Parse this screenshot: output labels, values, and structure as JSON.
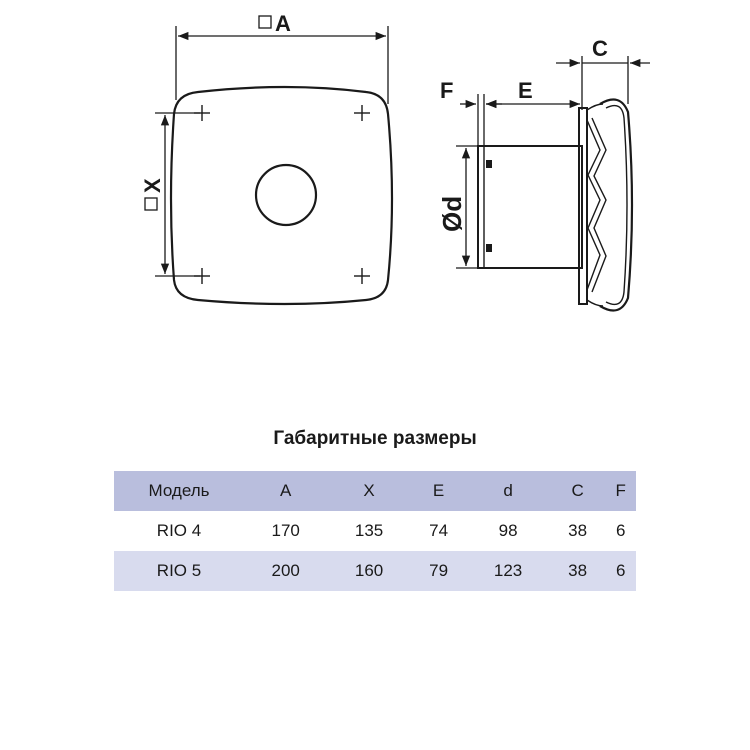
{
  "drawing": {
    "labels": {
      "A": "A",
      "X": "X",
      "C": "C",
      "E": "E",
      "F": "F",
      "d": "Ød"
    }
  },
  "table": {
    "title": "Габаритные размеры",
    "headers": [
      "Модель",
      "A",
      "X",
      "E",
      "d",
      "C",
      "F"
    ],
    "rows": [
      [
        "RIO 4",
        "170",
        "135",
        "74",
        "98",
        "38",
        "6"
      ],
      [
        "RIO 5",
        "200",
        "160",
        "79",
        "123",
        "38",
        "6"
      ]
    ]
  },
  "colors": {
    "header_row": "#b9bedd",
    "alt_row": "#d8dbee",
    "line": "#1a1a1a"
  }
}
